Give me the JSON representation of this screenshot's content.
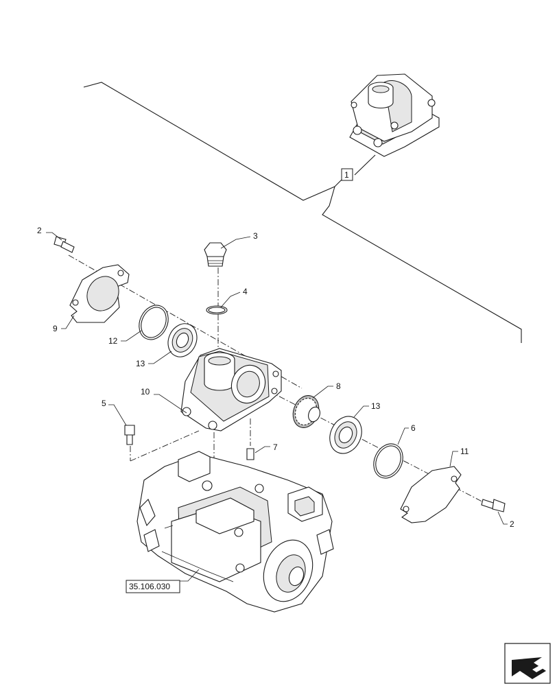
{
  "callouts": {
    "c1": "1",
    "c2a": "2",
    "c2b": "2",
    "c3": "3",
    "c4": "4",
    "c5": "5",
    "c6": "6",
    "c7": "7",
    "c8": "8",
    "c9": "9",
    "c10": "10",
    "c11": "11",
    "c12": "12",
    "c13a": "13",
    "c13b": "13"
  },
  "reference": "35.106.030",
  "nav_icon": "next-page-arrow-icon"
}
